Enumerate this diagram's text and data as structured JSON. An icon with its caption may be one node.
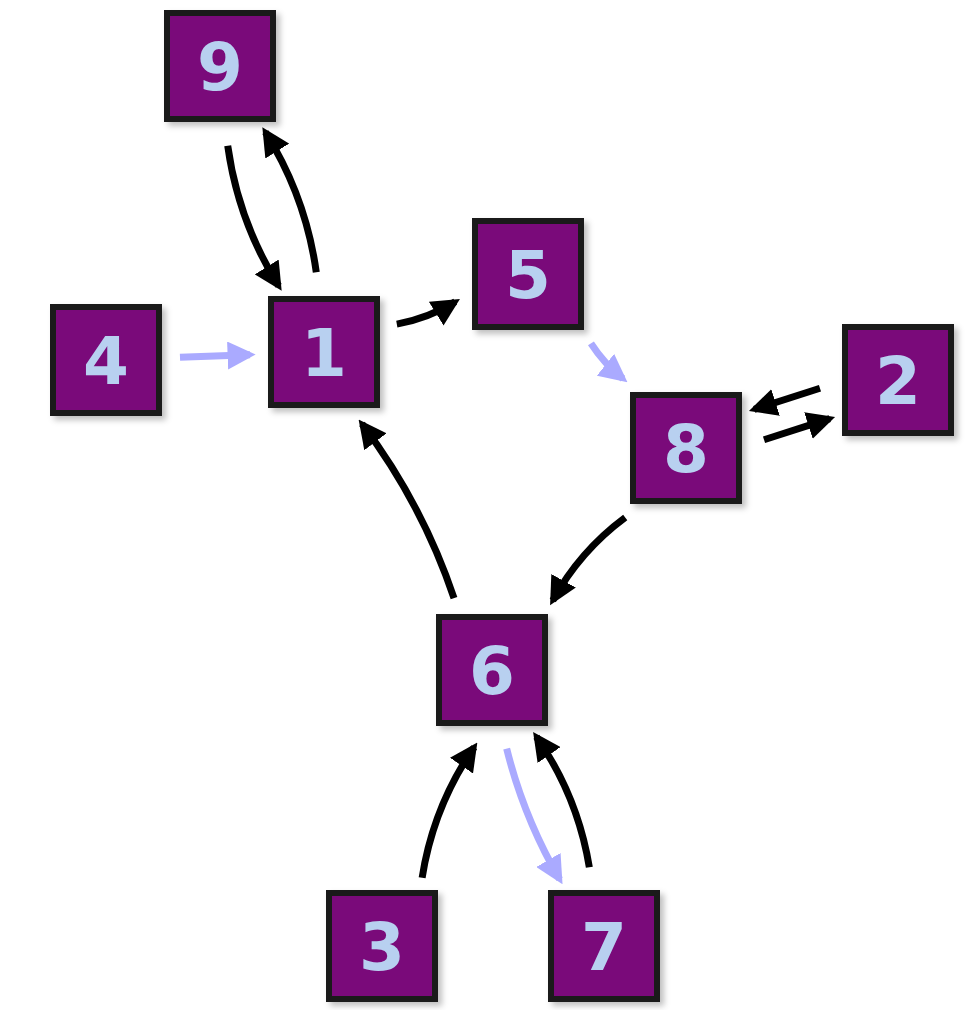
{
  "diagram": {
    "nodes": [
      {
        "text": [
          "9"
        ]
      },
      {
        "text": [
          "4"
        ]
      },
      {
        "text": [
          "1"
        ]
      },
      {
        "text": [
          "5"
        ]
      },
      {
        "text": [
          "2"
        ]
      },
      {
        "text": [
          "8"
        ]
      },
      {
        "text": [
          "6"
        ]
      },
      {
        "text": [
          "3"
        ]
      },
      {
        "text": [
          "7"
        ]
      }
    ],
    "edges": [
      {
        "from": 0,
        "to": 2,
        "arrow": "to"
      },
      {
        "from": 2,
        "to": 0,
        "arrow": "to"
      },
      {
        "from": 1,
        "to": 2,
        "arrow": "to",
        "color": "#aaaaff"
      },
      {
        "from": 2,
        "to": 3,
        "arrow": "to"
      },
      {
        "from": 3,
        "to": 5,
        "arrow": "to",
        "color": "#aaaaff"
      },
      {
        "from": 4,
        "to": 5,
        "arrow": "to"
      },
      {
        "from": 5,
        "to": 4,
        "arrow": "to"
      },
      {
        "from": 5,
        "to": 6,
        "arrow": "to"
      },
      {
        "from": 6,
        "to": 2,
        "arrow": "to"
      },
      {
        "from": 7,
        "to": 6,
        "arrow": "to"
      },
      {
        "from": 6,
        "to": 8,
        "arrow": "to",
        "color": "#aaaaff"
      },
      {
        "from": 8,
        "to": 6,
        "arrow": "to"
      }
    ]
  }
}
